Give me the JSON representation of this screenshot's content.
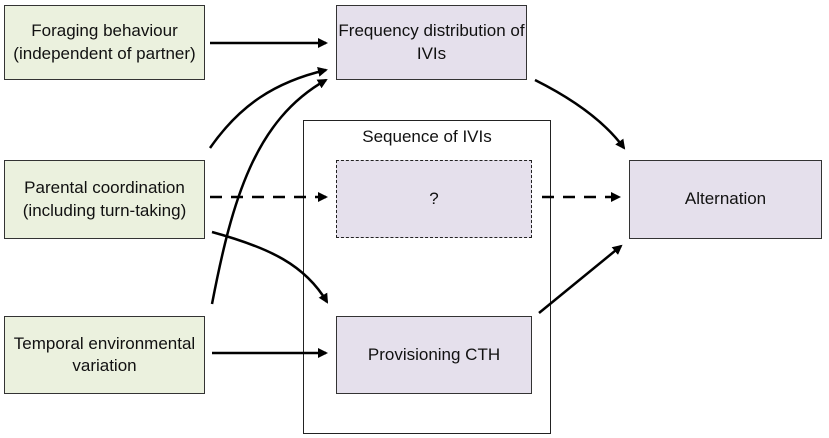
{
  "sources": {
    "foraging": "Foraging behaviour (independent of partner)",
    "coordination": "Parental coordination (including turn-taking)",
    "temporal": "Temporal environmental variation"
  },
  "targets": {
    "frequency": "Frequency distribution of IVIs",
    "sequence_title": "Sequence of IVIs",
    "unknown": "?",
    "provisioning": "Provisioning CTH",
    "alternation": "Alternation"
  },
  "colors": {
    "source_fill": "#ebf1de",
    "target_fill": "#e5e0ec",
    "stroke": "#000000"
  }
}
